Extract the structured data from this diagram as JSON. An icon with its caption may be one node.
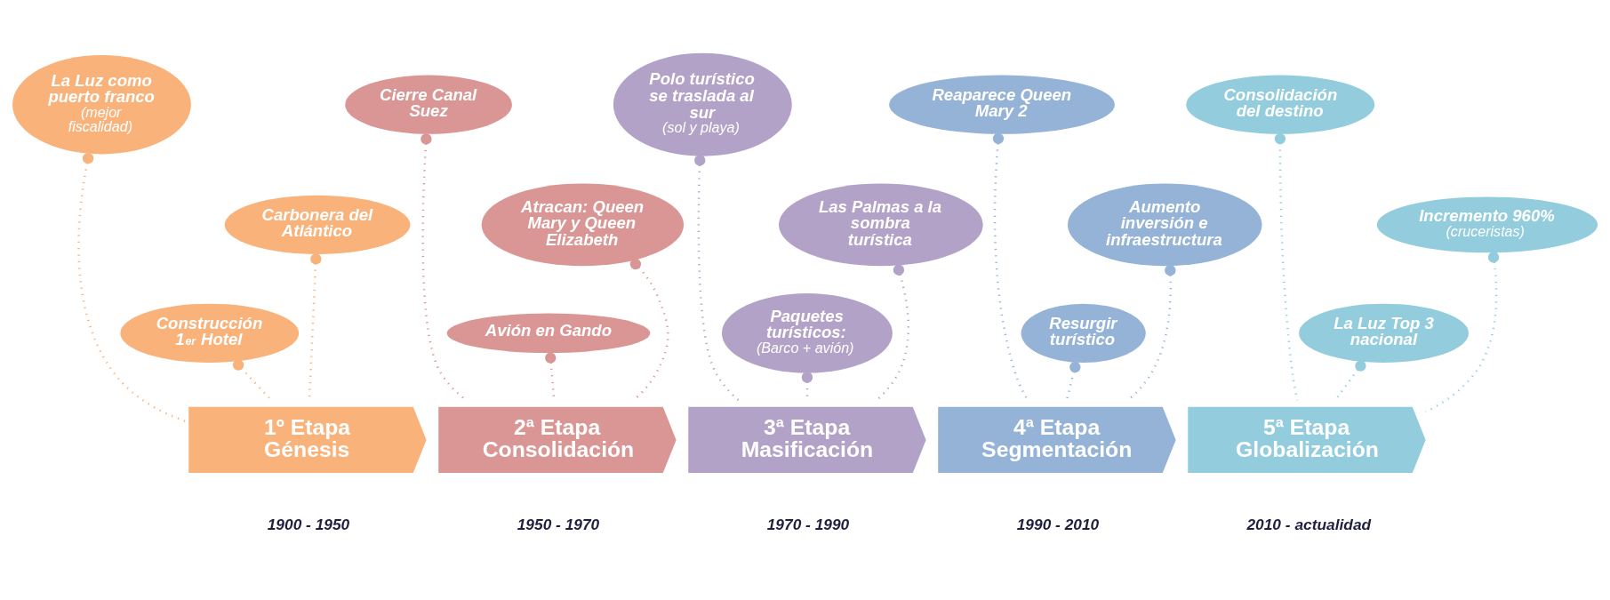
{
  "diagram": {
    "nodes": [
      {
        "text": [
          "La Luz como puerto franco",
          "(mejor fiscalidad)"
        ]
      },
      {
        "text": [
          "Construcción 1$^{er}$ Hotel"
        ]
      },
      {
        "text": [
          "Carbonera del Atlántico"
        ]
      },
      {
        "text": [
          "Cierre Canal Suez"
        ]
      },
      {
        "text": [
          "Avión en Gando"
        ]
      },
      {
        "text": [
          "Atracan: Queen Mary y Queen Elizabeth"
        ]
      },
      {
        "text": [
          "Polo turístico se traslada al sur",
          "(sol y playa)"
        ]
      },
      {
        "text": [
          "Paquetes turísticos:",
          "(Barco + avión)"
        ]
      },
      {
        "text": [
          "Las Palmas a la sombra turística"
        ]
      },
      {
        "text": [
          "Reaparece Queen Mary 2"
        ]
      },
      {
        "text": [
          "Resurgir turístico"
        ]
      },
      {
        "text": [
          "Aumento inversión e infraestructura"
        ]
      },
      {
        "text": [
          "Consolidación del destino"
        ]
      },
      {
        "text": [
          "La Luz Top 3 nacional"
        ]
      },
      {
        "text": [
          "Incremento 960%",
          "(cruceristas)"
        ]
      },
      {
        "text": [
          "1º Etapa",
          "Génesis"
        ],
        "beside": [
          "1900 - 1950"
        ]
      },
      {
        "text": [
          "2ª Etapa",
          "Consolidación"
        ],
        "beside": [
          "1950 - 1970"
        ]
      },
      {
        "text": [
          "3ª Etapa",
          "Masificación"
        ],
        "beside": [
          "1970 - 1990"
        ]
      },
      {
        "text": [
          "4ª Etapa",
          "Segmentación"
        ],
        "beside": [
          "1990 - 2010"
        ]
      },
      {
        "text": [
          "5ª Etapa",
          "Globalización"
        ],
        "beside": [
          "2010 - actualidad"
        ]
      }
    ],
    "edges": [
      {
        "from": 0,
        "to": 15,
        "arrow": "other",
        "style": "dashed",
        "color": "#f8b27a"
      },
      {
        "from": 1,
        "to": 15,
        "arrow": "other",
        "style": "dashed",
        "color": "#f8b27a"
      },
      {
        "from": 2,
        "to": 15,
        "arrow": "other",
        "style": "dashed",
        "color": "#f8b27a"
      },
      {
        "from": 3,
        "to": 16,
        "arrow": "other",
        "style": "dashed",
        "color": "#da9694"
      },
      {
        "from": 4,
        "to": 16,
        "arrow": "other",
        "style": "dashed",
        "color": "#da9694"
      },
      {
        "from": 5,
        "to": 16,
        "arrow": "other",
        "style": "dashed",
        "color": "#da9694"
      },
      {
        "from": 6,
        "to": 17,
        "arrow": "other",
        "style": "dashed",
        "color": "#b3a2c7"
      },
      {
        "from": 7,
        "to": 17,
        "arrow": "other",
        "style": "dashed",
        "color": "#b3a2c7"
      },
      {
        "from": 8,
        "to": 17,
        "arrow": "other",
        "style": "dashed",
        "color": "#b3a2c7"
      },
      {
        "from": 9,
        "to": 18,
        "arrow": "other",
        "style": "dashed",
        "color": "#95b3d7"
      },
      {
        "from": 10,
        "to": 18,
        "arrow": "other",
        "style": "dashed",
        "color": "#95b3d7"
      },
      {
        "from": 11,
        "to": 18,
        "arrow": "other",
        "style": "dashed",
        "color": "#95b3d7"
      },
      {
        "from": 12,
        "to": 19,
        "arrow": "other",
        "style": "dashed",
        "color": "#93cddd"
      },
      {
        "from": 13,
        "to": 19,
        "arrow": "other",
        "style": "dashed",
        "color": "#93cddd"
      },
      {
        "from": 14,
        "to": 19,
        "arrow": "other",
        "style": "dashed",
        "color": "#93cddd"
      }
    ]
  }
}
